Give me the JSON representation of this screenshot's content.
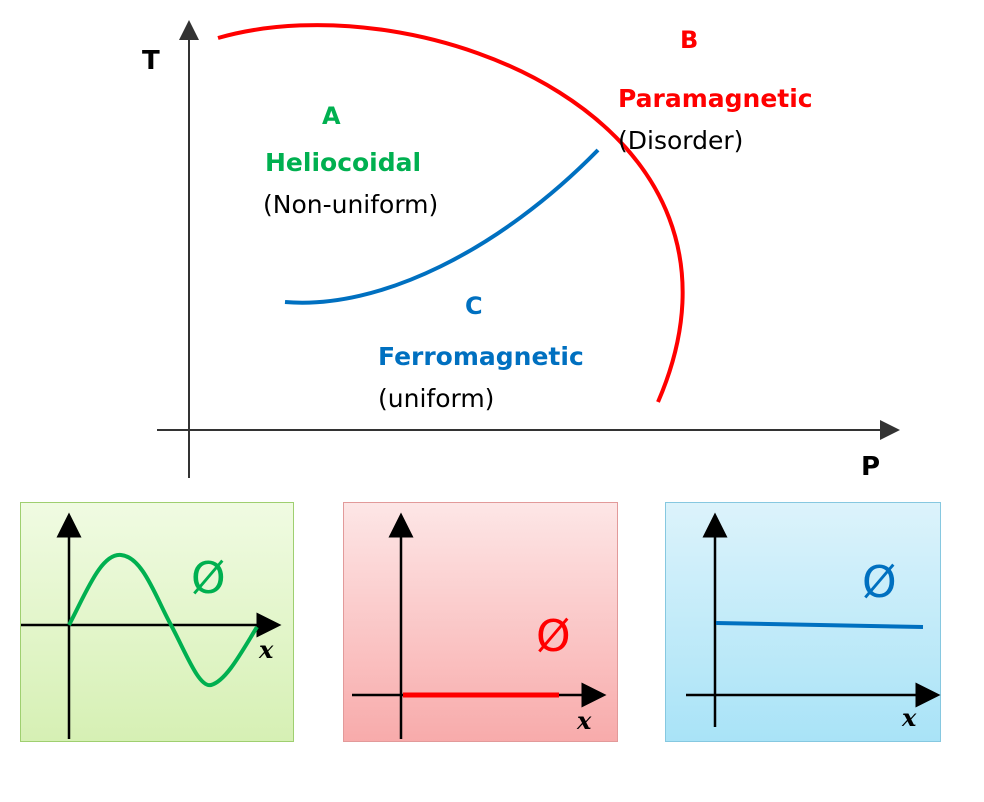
{
  "axes": {
    "y_label": "T",
    "x_label": "P"
  },
  "regions": {
    "A": {
      "letter": "A",
      "name": "Heliocoidal",
      "desc": "(Non-uniform)",
      "color": "#00b050"
    },
    "B": {
      "letter": "B",
      "name": "Paramagnetic",
      "desc": "(Disorder)",
      "color": "#ff0000"
    },
    "C": {
      "letter": "C",
      "name": "Ferromagnetic",
      "desc": "(uniform)",
      "color": "#0070c0"
    }
  },
  "panels": {
    "helicoidal": {
      "phi": "Ø",
      "x_var": "x",
      "color": "#00b050",
      "fill_top": "#f0fbe2",
      "fill_bottom": "#d6f0b4",
      "border": "#9fcf70"
    },
    "paramagnetic": {
      "phi": "Ø",
      "x_var": "x",
      "color": "#ff0000",
      "fill_top": "#fde6e6",
      "fill_bottom": "#f8abab",
      "border": "#e29a9a"
    },
    "ferromagnetic": {
      "phi": "Ø",
      "x_var": "x",
      "color": "#0070c0",
      "fill_top": "#dcf3fb",
      "fill_bottom": "#a9e3f7",
      "border": "#86c8e0"
    }
  }
}
